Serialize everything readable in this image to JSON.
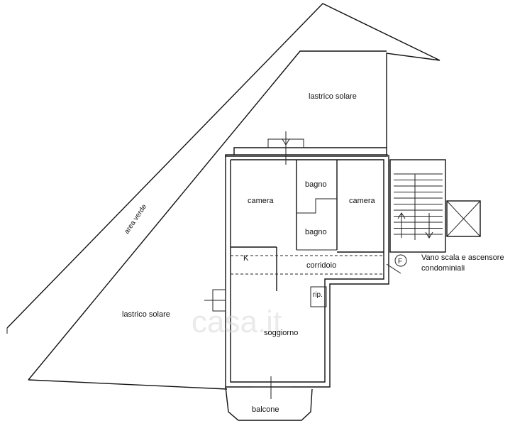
{
  "labels": {
    "lastrico_top": "lastrico solare",
    "lastrico_left": "lastrico solare",
    "area_verde": "area verde",
    "camera_left": "camera",
    "camera_right": "camera",
    "bagno_top": "bagno",
    "bagno_bottom": "bagno",
    "k": "K",
    "corridoio": "corridoio",
    "rip": "rip.",
    "soggiorno": "soggiorno",
    "balcone": "balcone",
    "vano_line1": "Vano scala e ascensore",
    "vano_line2": "condominiali",
    "f_marker": "F"
  },
  "watermark": "casa.it",
  "colors": {
    "line": "#111111",
    "watermark": "#d9d9d9"
  }
}
